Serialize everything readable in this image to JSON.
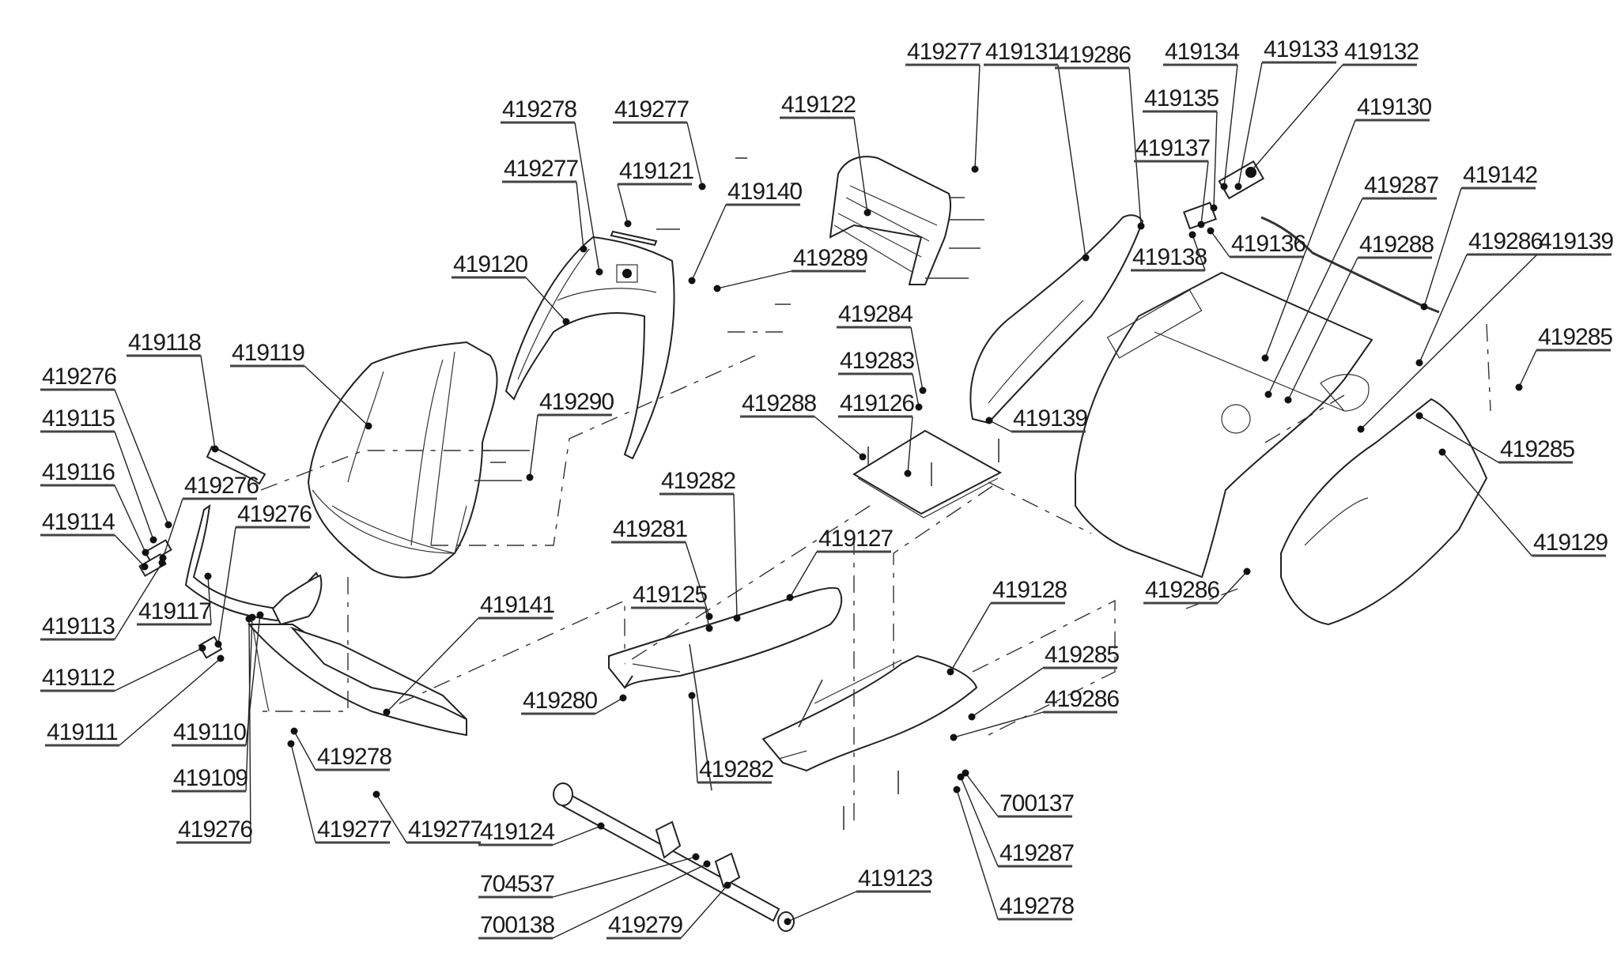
{
  "diagram": {
    "type": "exploded-parts-diagram",
    "line_color": "#222222",
    "background": "#ffffff",
    "callouts": [
      {
        "id": "c01",
        "part": "419277",
        "area": "top-rear-fender-bolt"
      },
      {
        "id": "c02",
        "part": "419131",
        "area": "rear-left-fender"
      },
      {
        "id": "c03",
        "part": "419286",
        "area": "rear-left-fender-fastener"
      },
      {
        "id": "c04",
        "part": "419134",
        "area": "switch-cluster"
      },
      {
        "id": "c05",
        "part": "419133",
        "area": "switch-cluster"
      },
      {
        "id": "c06",
        "part": "419132",
        "area": "switch-cluster"
      },
      {
        "id": "c07",
        "part": "419135",
        "area": "switch-cluster"
      },
      {
        "id": "c08",
        "part": "419137",
        "area": "switch-cluster"
      },
      {
        "id": "c09",
        "part": "419138",
        "area": "switch-cluster"
      },
      {
        "id": "c10",
        "part": "419136",
        "area": "switch-cluster"
      },
      {
        "id": "c11",
        "part": "419130",
        "area": "rear-body"
      },
      {
        "id": "c12",
        "part": "419287",
        "area": "rear-body-fastener"
      },
      {
        "id": "c13",
        "part": "419288",
        "area": "rear-body-fastener"
      },
      {
        "id": "c14",
        "part": "419142",
        "area": "rear-rod"
      },
      {
        "id": "c15",
        "part": "419286",
        "area": "rear-right-bracket"
      },
      {
        "id": "c16",
        "part": "419139",
        "area": "rear-right-bracket"
      },
      {
        "id": "c17",
        "part": "419285",
        "area": "rear-right-bracket-screw"
      },
      {
        "id": "c18",
        "part": "419285",
        "area": "rear-right-fender-screw"
      },
      {
        "id": "c19",
        "part": "419129",
        "area": "rear-right-fender"
      },
      {
        "id": "c20",
        "part": "419286",
        "area": "rear-right-fender-lower"
      },
      {
        "id": "c21",
        "part": "419122",
        "area": "front-grille-panel"
      },
      {
        "id": "c22",
        "part": "419278",
        "area": "front-cowl"
      },
      {
        "id": "c23",
        "part": "419277",
        "area": "front-cowl-screw"
      },
      {
        "id": "c24",
        "part": "419277",
        "area": "front-cowl"
      },
      {
        "id": "c25",
        "part": "419121",
        "area": "emblem"
      },
      {
        "id": "c26",
        "part": "419140",
        "area": "clip"
      },
      {
        "id": "c27",
        "part": "419289",
        "area": "clip-screw"
      },
      {
        "id": "c28",
        "part": "419120",
        "area": "front-cowl-body"
      },
      {
        "id": "c29",
        "part": "419284",
        "area": "floor-plate-screw"
      },
      {
        "id": "c30",
        "part": "419283",
        "area": "floor-plate-washer"
      },
      {
        "id": "c31",
        "part": "419288",
        "area": "floor-plate-fastener"
      },
      {
        "id": "c32",
        "part": "419126",
        "area": "floor-plate"
      },
      {
        "id": "c33",
        "part": "419139",
        "area": "rear-left-bracket"
      },
      {
        "id": "c34",
        "part": "419118",
        "area": "trim-strip"
      },
      {
        "id": "c35",
        "part": "419119",
        "area": "front-nose"
      },
      {
        "id": "c36",
        "part": "419276",
        "area": "headlight-bracket"
      },
      {
        "id": "c37",
        "part": "419115",
        "area": "headlight-bracket"
      },
      {
        "id": "c38",
        "part": "419116",
        "area": "headlight-bracket"
      },
      {
        "id": "c39",
        "part": "419114",
        "area": "headlight-bracket"
      },
      {
        "id": "c40",
        "part": "419276",
        "area": "headlight-trim"
      },
      {
        "id": "c41",
        "part": "419276",
        "area": "headlight-trim-lower"
      },
      {
        "id": "c42",
        "part": "419117",
        "area": "headlight-trim"
      },
      {
        "id": "c43",
        "part": "419113",
        "area": "headlight-bracket"
      },
      {
        "id": "c44",
        "part": "419112",
        "area": "lower-bracket"
      },
      {
        "id": "c45",
        "part": "419111",
        "area": "lower-bracket"
      },
      {
        "id": "c46",
        "part": "419110",
        "area": "bumper-side"
      },
      {
        "id": "c47",
        "part": "419109",
        "area": "bumper-side"
      },
      {
        "id": "c48",
        "part": "419276",
        "area": "bumper-side"
      },
      {
        "id": "c49",
        "part": "419278",
        "area": "bumper-screw"
      },
      {
        "id": "c50",
        "part": "419277",
        "area": "bumper-screw"
      },
      {
        "id": "c51",
        "part": "419277",
        "area": "bumper-screw-right"
      },
      {
        "id": "c52",
        "part": "419290",
        "area": "nose-fastener"
      },
      {
        "id": "c53",
        "part": "419141",
        "area": "front-bumper"
      },
      {
        "id": "c54",
        "part": "419282",
        "area": "left-footrest-screw"
      },
      {
        "id": "c55",
        "part": "419281",
        "area": "left-footrest-bracket"
      },
      {
        "id": "c56",
        "part": "419125",
        "area": "left-footrest-strut"
      },
      {
        "id": "c57",
        "part": "419127",
        "area": "left-footrest"
      },
      {
        "id": "c58",
        "part": "419280",
        "area": "left-footrest-screw"
      },
      {
        "id": "c59",
        "part": "419282",
        "area": "left-footrest-lower"
      },
      {
        "id": "c60",
        "part": "419128",
        "area": "right-footrest"
      },
      {
        "id": "c61",
        "part": "419285",
        "area": "right-footrest-screw"
      },
      {
        "id": "c62",
        "part": "419286",
        "area": "right-footrest-nut"
      },
      {
        "id": "c63",
        "part": "700137",
        "area": "right-footrest-bolt"
      },
      {
        "id": "c64",
        "part": "419287",
        "area": "right-footrest-washer"
      },
      {
        "id": "c65",
        "part": "419278",
        "area": "right-footrest-nut"
      },
      {
        "id": "c66",
        "part": "419124",
        "area": "rear-tube"
      },
      {
        "id": "c67",
        "part": "704537",
        "area": "tube-bolt"
      },
      {
        "id": "c68",
        "part": "700138",
        "area": "tube-nut"
      },
      {
        "id": "c69",
        "part": "419279",
        "area": "tube-bracket"
      },
      {
        "id": "c70",
        "part": "419123",
        "area": "tube-end-cap"
      }
    ]
  }
}
